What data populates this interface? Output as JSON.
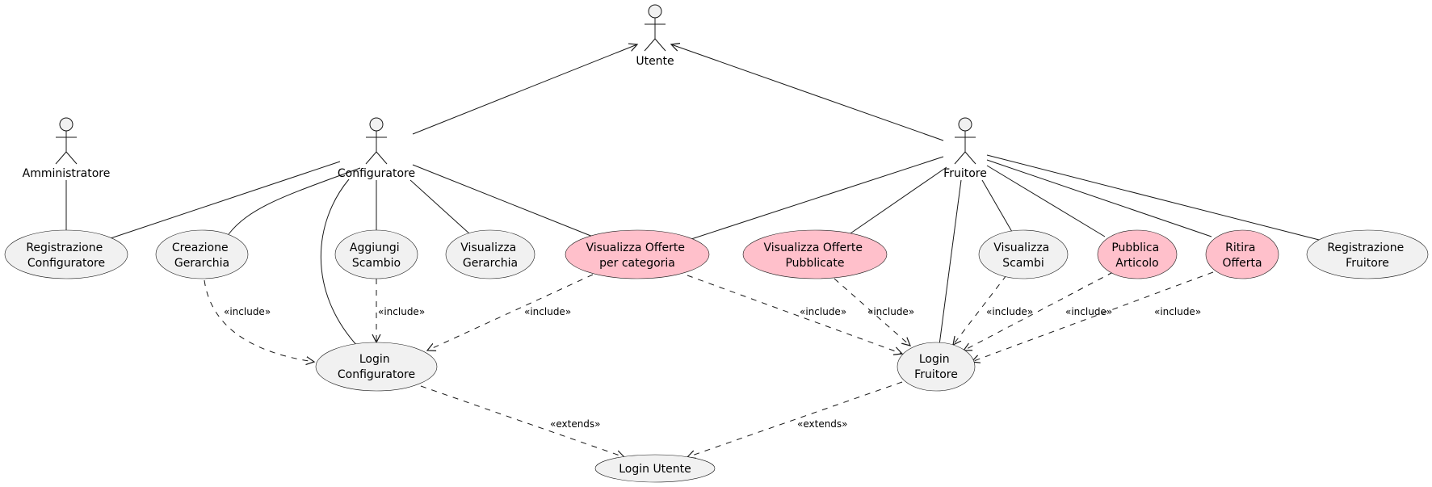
{
  "colors": {
    "usecase_default": "#f1f1f1",
    "usecase_highlight": "#ffc0cb",
    "line": "#181818"
  },
  "actors": {
    "utente": "Utente",
    "amministratore": "Amministratore",
    "configuratore": "Configuratore",
    "fruitore": "Fruitore"
  },
  "usecases": {
    "registrazione_configuratore": {
      "lines": [
        "Registrazione",
        "Configuratore"
      ],
      "highlight": false
    },
    "creazione_gerarchia": {
      "lines": [
        "Creazione",
        "Gerarchia"
      ],
      "highlight": false
    },
    "aggiungi_scambio": {
      "lines": [
        "Aggiungi",
        "Scambio"
      ],
      "highlight": false
    },
    "visualizza_gerarchia": {
      "lines": [
        "Visualizza",
        "Gerarchia"
      ],
      "highlight": false
    },
    "visualizza_offerte_categoria": {
      "lines": [
        "Visualizza Offerte",
        "per categoria"
      ],
      "highlight": true
    },
    "visualizza_offerte_pubblicate": {
      "lines": [
        "Visualizza Offerte",
        "Pubblicate"
      ],
      "highlight": true
    },
    "visualizza_scambi": {
      "lines": [
        "Visualizza",
        "Scambi"
      ],
      "highlight": false
    },
    "pubblica_articolo": {
      "lines": [
        "Pubblica",
        "Articolo"
      ],
      "highlight": true
    },
    "ritira_offerta": {
      "lines": [
        "Ritira",
        "Offerta"
      ],
      "highlight": true
    },
    "registrazione_fruitore": {
      "lines": [
        "Registrazione",
        "Fruitore"
      ],
      "highlight": false
    },
    "login_configuratore": {
      "lines": [
        "Login",
        "Configuratore"
      ],
      "highlight": false
    },
    "login_fruitore": {
      "lines": [
        "Login",
        "Fruitore"
      ],
      "highlight": false
    },
    "login_utente": {
      "lines": [
        "Login Utente"
      ],
      "highlight": false
    }
  },
  "relations": {
    "include": "«include»",
    "extends": "«extends»"
  }
}
